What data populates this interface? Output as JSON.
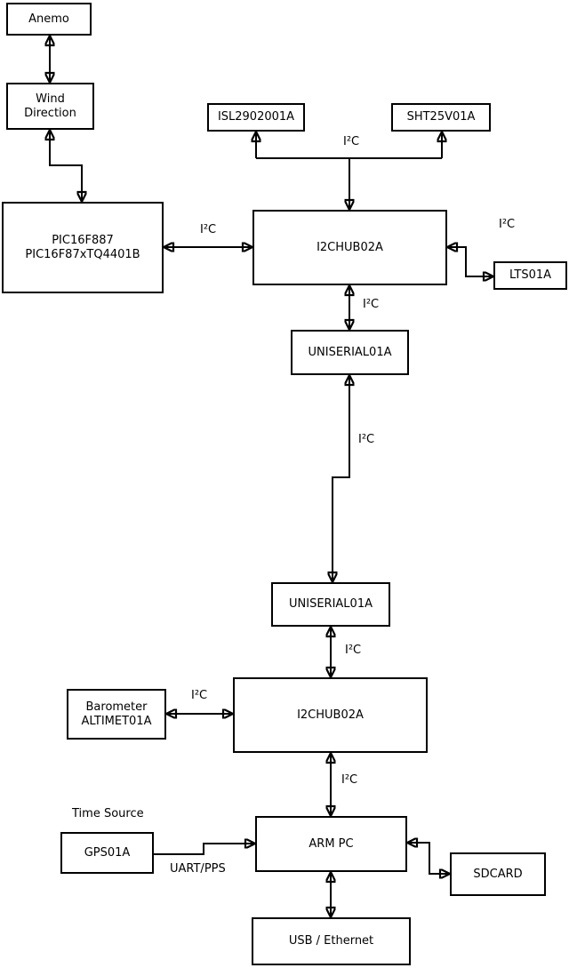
{
  "diagram": {
    "nodes": {
      "anemo": {
        "label": "Anemo"
      },
      "wind_direction": {
        "line1": "Wind",
        "line2": "Direction"
      },
      "pic": {
        "line1": "PIC16F887",
        "line2": "PIC16F87xTQ4401B"
      },
      "isl": {
        "label": "ISL2902001A"
      },
      "sht": {
        "label": "SHT25V01A"
      },
      "i2c_hub_top": {
        "label": "I2CHUB02A"
      },
      "lts": {
        "label": "LTS01A"
      },
      "uniserial_top": {
        "label": "UNISERIAL01A"
      },
      "uniserial_bottom": {
        "label": "UNISERIAL01A"
      },
      "barometer": {
        "line1": "Barometer",
        "line2": "ALTIMET01A"
      },
      "i2c_hub_bottom": {
        "label": "I2CHUB02A"
      },
      "gps": {
        "label": "GPS01A"
      },
      "arm_pc": {
        "label": "ARM PC"
      },
      "sdcard": {
        "label": "SDCARD"
      },
      "usb_ethernet": {
        "label": "USB / Ethernet"
      }
    },
    "edge_labels": {
      "i2c": "I²C",
      "uart_pps": "UART/PPS"
    },
    "annotations": {
      "time_source": "Time Source"
    },
    "colors": {
      "line": "#000000",
      "box_border": "#000000",
      "box_fill": "#ffffff",
      "background": "#ffffff",
      "text": "#000000"
    }
  }
}
